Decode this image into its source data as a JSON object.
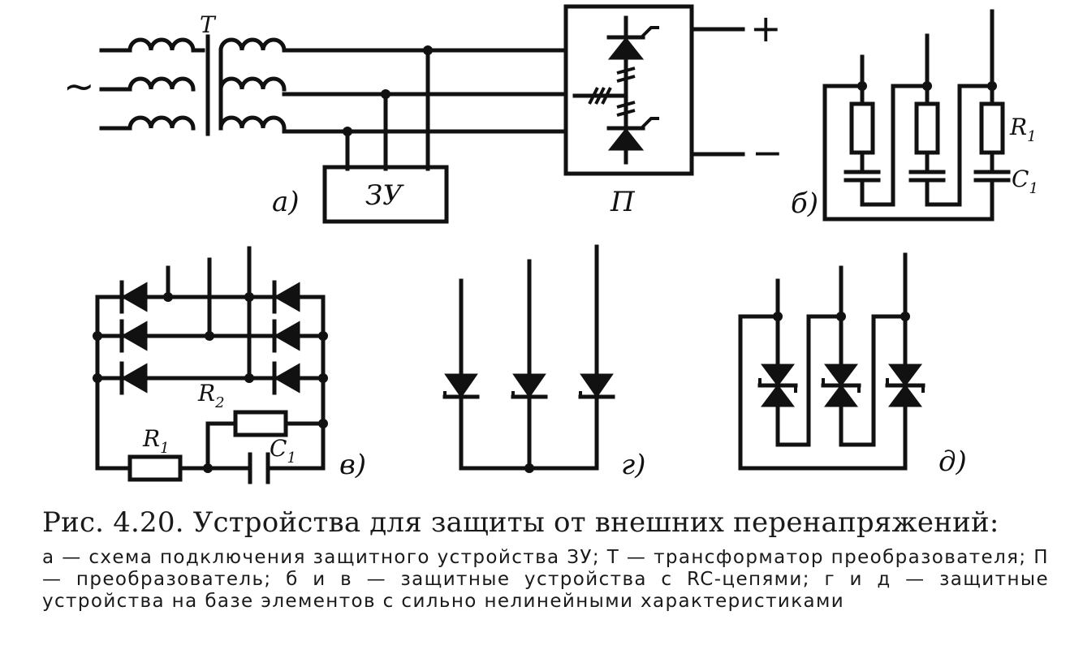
{
  "figure": {
    "panel_a": {
      "tag": "а)",
      "transformer_label": "Т",
      "ac_symbol": "~",
      "charger_label": "ЗУ",
      "converter_label": "П",
      "plus": "+",
      "minus": "−"
    },
    "panel_b": {
      "tag": "б)",
      "r1": "R",
      "r1_sub": "1",
      "c1": "C",
      "c1_sub": "1"
    },
    "panel_v": {
      "tag": "в)",
      "r1": "R",
      "r1_sub": "1",
      "r2": "R",
      "r2_sub": "2",
      "c1": "C",
      "c1_sub": "1"
    },
    "panel_g": {
      "tag": "г)"
    },
    "panel_d": {
      "tag": "д)"
    }
  },
  "caption": {
    "title": "Рис. 4.20. Устройства для защиты от внешних перенапряжений:",
    "body": "а — схема подключения защитного устройства ЗУ; Т — трансформатор преобразователя; П — преобразователь; б и в — защитные устройства с RC-цепями; г и д — защитные устройства на базе элементов с сильно нелинейными характеристиками"
  }
}
